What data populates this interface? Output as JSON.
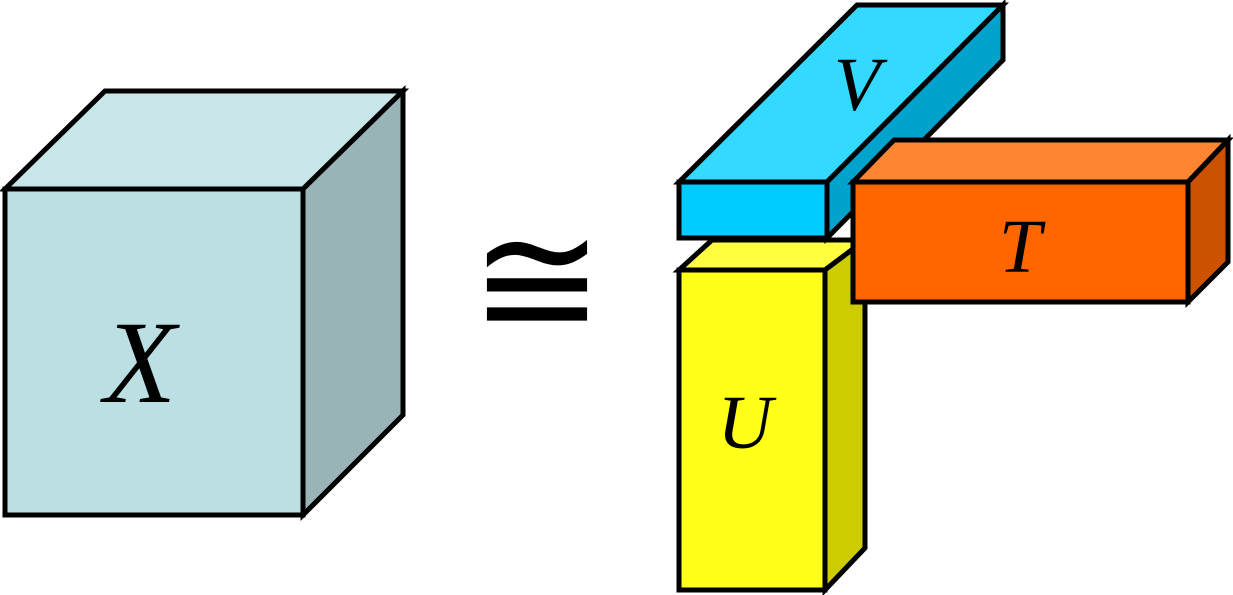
{
  "relation_symbol": "≅",
  "tensor": {
    "label": "X",
    "colors": {
      "front": "#bcdfe3",
      "top": "#c8e6e9",
      "side": "#98b4b7"
    }
  },
  "factors": [
    {
      "key": "U",
      "label": "U",
      "colors": {
        "front": "#ffff1a",
        "top": "#ffff40",
        "side": "#cccc00"
      }
    },
    {
      "key": "V",
      "label": "V",
      "colors": {
        "front": "#00ccff",
        "top": "#33d9ff",
        "side": "#00a3cc"
      }
    },
    {
      "key": "T",
      "label": "T",
      "colors": {
        "front": "#ff6600",
        "top": "#ff8533",
        "side": "#cc5200"
      }
    }
  ]
}
